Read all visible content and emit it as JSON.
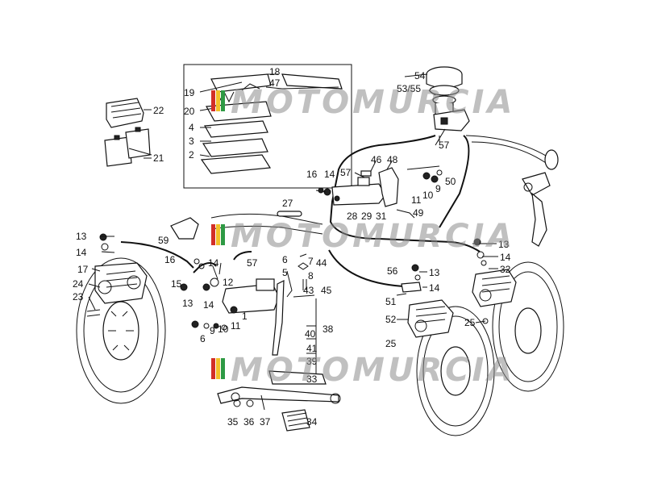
{
  "watermarks": [
    {
      "text": "MOTOMURCIA"
    },
    {
      "text": "MOTOMURCIA"
    },
    {
      "text": "MOTOMURCIA"
    }
  ],
  "watermark_colors": [
    "#d22f27",
    "#f2c029",
    "#2e9a44",
    "#aaaaaa"
  ],
  "callouts": {
    "c18": "18",
    "c47": "47",
    "c19": "19",
    "c20": "20",
    "c4": "4",
    "c3": "3",
    "c2": "2",
    "c22": "22",
    "c21": "21",
    "c54": "54",
    "c5355": "53/55",
    "c57a": "57",
    "c48": "48",
    "c46": "46",
    "c57b": "57",
    "c16a": "16",
    "c14a": "14",
    "c50": "50",
    "c9a": "9",
    "c10a": "10",
    "c11a": "11",
    "c28": "28",
    "c29": "29",
    "c31": "31",
    "c49": "49",
    "c27": "27",
    "c59": "59",
    "c13a": "13",
    "c14b": "14",
    "c17": "17",
    "c16b": "16",
    "c14c": "14",
    "c57c": "57",
    "c6": "6",
    "c5": "5",
    "c7": "7",
    "c44": "44",
    "c8": "8",
    "c43": "43",
    "c45": "45",
    "c15": "15",
    "c12": "12",
    "c13b": "13",
    "c14d": "14",
    "c24": "24",
    "c23": "23",
    "c1": "1",
    "c9b": "9",
    "c10b": "10",
    "c11b": "11",
    "c6b": "6",
    "c13c": "13",
    "c14e": "14",
    "c32": "32",
    "c56": "56",
    "c13d": "13",
    "c14f": "14",
    "c51": "51",
    "c52": "52",
    "c25a": "25",
    "c25b": "25",
    "c40": "40",
    "c38": "38",
    "c41": "41",
    "c39": "39",
    "c33": "33",
    "c35": "35",
    "c36": "36",
    "c37": "37",
    "c34": "34"
  }
}
